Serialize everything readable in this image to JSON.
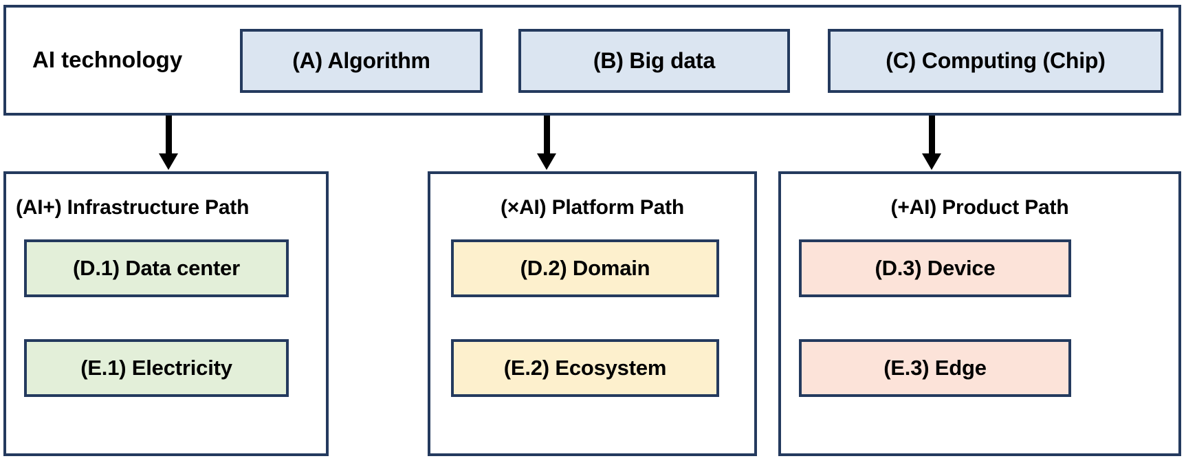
{
  "diagram": {
    "title_label": "AI technology",
    "accent_border": "#243a5e",
    "technology_layer": {
      "items": [
        {
          "label": "(A) Algorithm",
          "color": "#dbe5f1"
        },
        {
          "label": "(B) Big data",
          "color": "#dbe5f1"
        },
        {
          "label": "(C) Computing (Chip)",
          "color": "#dbe5f1"
        }
      ]
    },
    "arrows": [
      {
        "name": "to-infrastructure-path"
      },
      {
        "name": "to-platform-path"
      },
      {
        "name": "to-product-path"
      }
    ],
    "paths": [
      {
        "title": "(AI+) Infrastructure Path",
        "color": "#e3efd9",
        "items": [
          {
            "label": "(D.1) Data center"
          },
          {
            "label": "(E.1) Electricity"
          }
        ]
      },
      {
        "title": "(×AI) Platform Path",
        "color": "#fdf0cd",
        "items": [
          {
            "label": "(D.2) Domain"
          },
          {
            "label": "(E.2) Ecosystem"
          }
        ]
      },
      {
        "title": "(+AI) Product Path",
        "color": "#fce3d9",
        "items": [
          {
            "label": "(D.3) Device"
          },
          {
            "label": "(E.3) Edge"
          }
        ]
      }
    ]
  }
}
